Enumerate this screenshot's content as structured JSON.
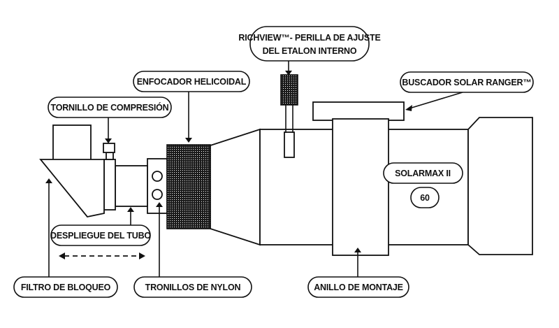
{
  "labels": {
    "richview_line1": "RICHVIEW™- PERILLA DE AJUSTE",
    "richview_line2": "DEL ETALON INTERNO",
    "buscador": "BUSCADOR SOLAR RANGER™",
    "enfocador": "ENFOCADOR HELICOIDAL",
    "tornillo": "TORNILLO DE COMPRESIÓN",
    "solarmax": "SOLARMAX II",
    "aperture": "60",
    "despliegue": "DESPLIEGUE DEL TUBO",
    "filtro": "FILTRO DE BLOQUEO",
    "tronillos": "TRONILLOS DE NYLON",
    "anillo": "ANILLO DE MONTAJE"
  },
  "colors": {
    "ink": "#111111",
    "background": "#ffffff"
  }
}
